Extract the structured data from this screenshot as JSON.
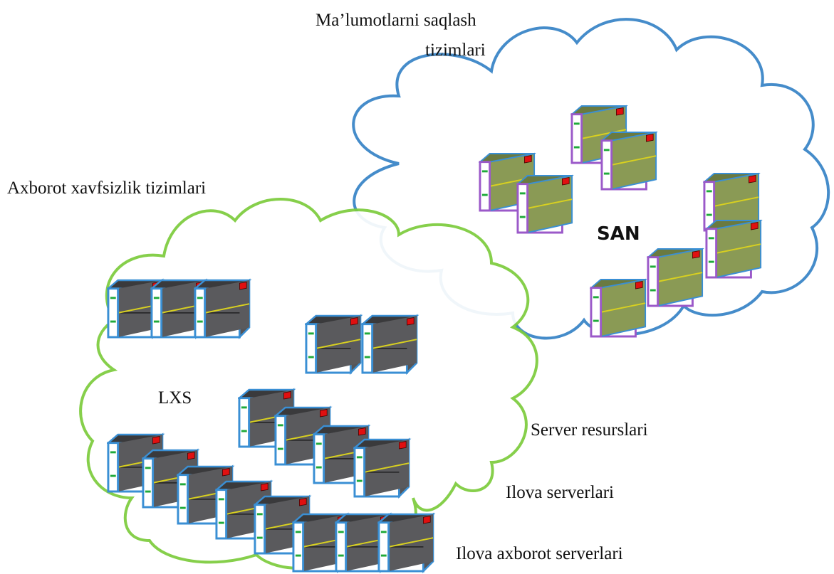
{
  "labels": {
    "storage_line1": "Ma’lumotlarni saqlash",
    "storage_line2": "tizimlari",
    "security": "Axborot xavfsizlik tizimlari",
    "lxs": "LXS",
    "san": "SAN",
    "server_resources": "Server resurslari",
    "app_servers": "Ilova serverlari",
    "app_info_servers": "Ilova axborot serverlari"
  },
  "colors": {
    "storage_cloud": "#3c86c8",
    "network_cloud": "#7ccc3c",
    "lan_server_frame": "#3a8fd4",
    "san_server_frame": "#9b59c9",
    "lan_server_body": "#555558",
    "san_server_body": "#8a9a55",
    "indicator_red": "#e01010",
    "indicator_green": "#1faa3a",
    "rail_yellow": "#d8d020"
  },
  "icons": {
    "server": "server-rack-icon",
    "storage": "storage-unit-icon"
  }
}
